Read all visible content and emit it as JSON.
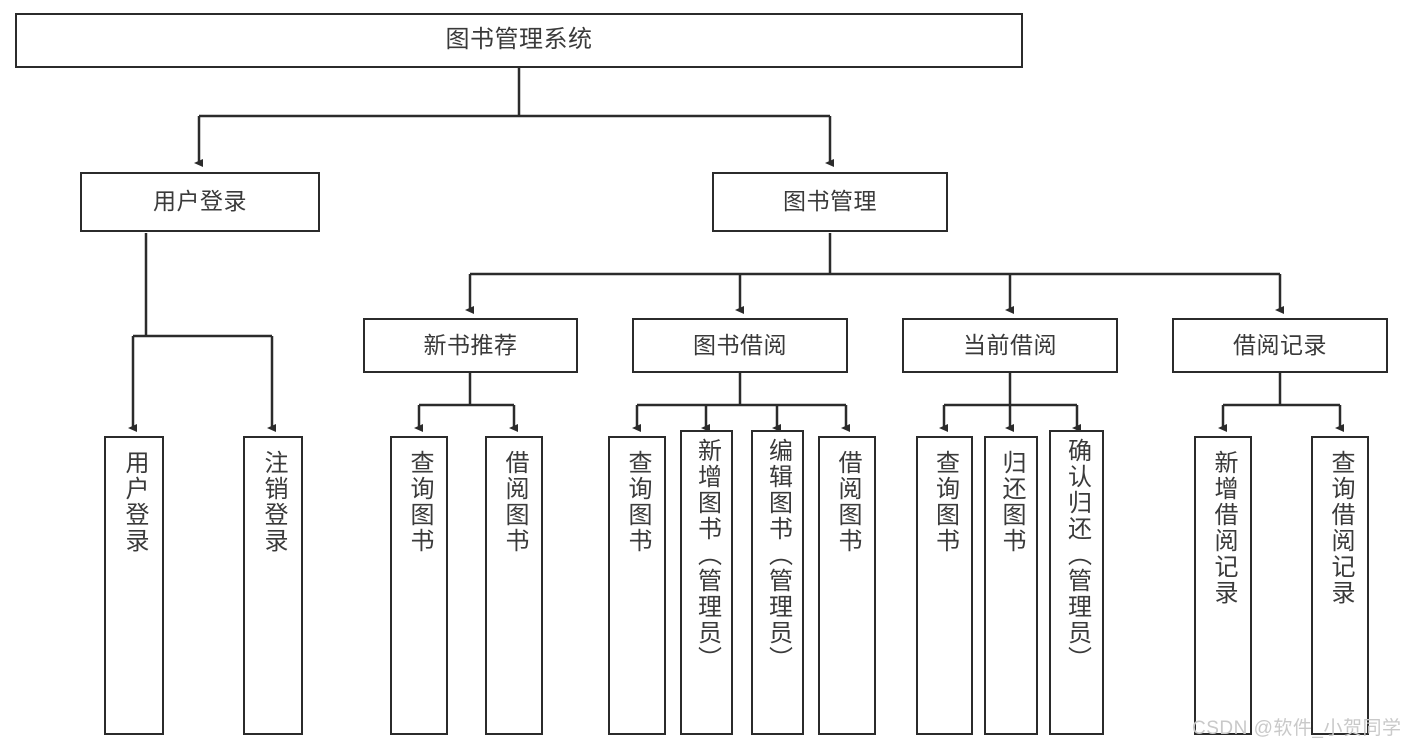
{
  "diagram": {
    "title": "图书管理系统",
    "type": "tree-hierarchy",
    "root": {
      "label": "图书管理系统"
    },
    "level1": [
      {
        "label": "用户登录"
      },
      {
        "label": "图书管理"
      }
    ],
    "level2": [
      {
        "label": "新书推荐"
      },
      {
        "label": "图书借阅"
      },
      {
        "label": "当前借阅"
      },
      {
        "label": "借阅记录"
      }
    ],
    "leaves": {
      "user_login": [
        {
          "label": "用户登录"
        },
        {
          "label": "注销登录"
        }
      ],
      "new_book_recommend": [
        {
          "label": "查询图书"
        },
        {
          "label": "借阅图书"
        }
      ],
      "book_borrow": [
        {
          "label": "查询图书"
        },
        {
          "label": "新增图书（管理员）"
        },
        {
          "label": "编辑图书（管理员）"
        },
        {
          "label": "借阅图书"
        }
      ],
      "current_borrow": [
        {
          "label": "查询图书"
        },
        {
          "label": "归还图书"
        },
        {
          "label": "确认归还（管理员）"
        }
      ],
      "borrow_record": [
        {
          "label": "新增借阅记录"
        },
        {
          "label": "查询借阅记录"
        }
      ]
    }
  },
  "watermark": {
    "text": "CSDN @软件_小贺同学"
  },
  "colors": {
    "border": "#2b2b2b",
    "text": "#3a3a3a",
    "background": "#ffffff",
    "watermark": "#c9c9c9"
  }
}
